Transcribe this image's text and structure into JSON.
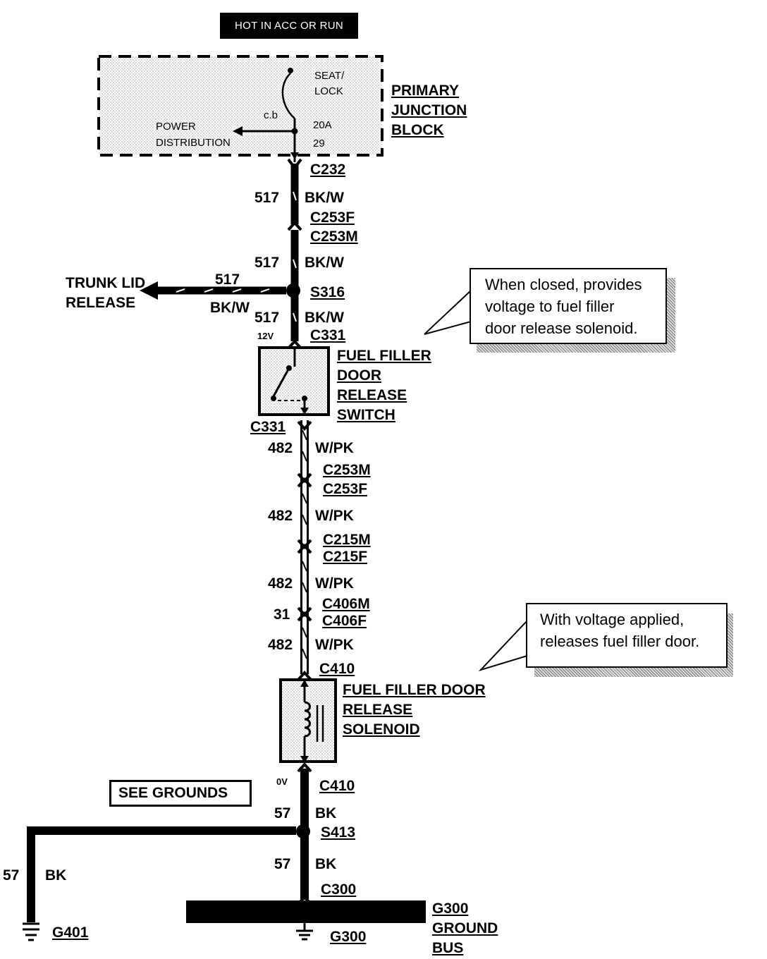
{
  "header_tag": "HOT IN ACC OR RUN",
  "junction_block": {
    "name_lines": [
      "PRIMARY",
      "JUNCTION",
      "BLOCK"
    ],
    "fuse_name": [
      "SEAT/",
      "LOCK"
    ],
    "cb": "c.b",
    "fuse_rating": "20A",
    "fuse_number": "29",
    "power_dist": [
      "POWER",
      "DISTRIBUTION"
    ]
  },
  "connectors": {
    "c232": "C232",
    "c253f_top": "C253F",
    "c253m_top": "C253M",
    "s316": "S316",
    "c331_top": "C331",
    "c331_bottom": "C331",
    "c253m_bot": "C253M",
    "c253f_bot": "C253F",
    "c215m": "C215M",
    "c215f": "C215F",
    "c406m": "C406M",
    "c406f": "C406F",
    "c410_top": "C410",
    "c410_bottom": "C410",
    "s413": "S413",
    "c300": "C300"
  },
  "wires": {
    "w1": {
      "circuit": "517",
      "color": "BK/W"
    },
    "w2": {
      "circuit": "517",
      "color": "BK/W"
    },
    "trunk": {
      "circuit": "517",
      "color": "BK/W"
    },
    "w3": {
      "circuit": "517",
      "color": "BK/W"
    },
    "w4": {
      "circuit": "482",
      "color": "W/PK"
    },
    "w5": {
      "circuit": "482",
      "color": "W/PK"
    },
    "w6": {
      "circuit": "482",
      "color": "W/PK"
    },
    "pin31": "31",
    "w7": {
      "circuit": "482",
      "color": "W/PK"
    },
    "w8": {
      "circuit": "57",
      "color": "BK"
    },
    "w9": {
      "circuit": "57",
      "color": "BK"
    },
    "w10": {
      "circuit": "57",
      "color": "BK"
    }
  },
  "voltages": {
    "v12": "12V",
    "v0": "0V"
  },
  "trunk_lid": [
    "TRUNK LID",
    "RELEASE"
  ],
  "switch_name": [
    "FUEL FILLER",
    "DOOR",
    "RELEASE",
    "SWITCH"
  ],
  "solenoid_name": [
    "FUEL FILLER DOOR",
    "RELEASE",
    "SOLENOID"
  ],
  "callout1": [
    "When closed, provides",
    "voltage to fuel filler",
    "door release solenoid."
  ],
  "callout2": [
    "With voltage applied,",
    "releases fuel filler door."
  ],
  "see_grounds": "SEE GROUNDS",
  "grounds": {
    "g401": "G401",
    "g300": "G300",
    "bus": [
      "G300",
      "GROUND",
      "BUS"
    ]
  }
}
